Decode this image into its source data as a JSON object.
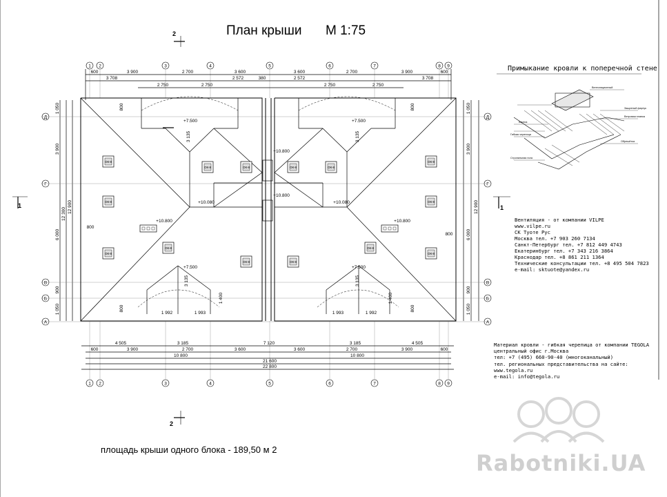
{
  "title": "План крыши",
  "scale": "М 1:75",
  "area_note": "площадь крыши одного блока - 189,50 м 2",
  "junction_title": "Примыкание кровли к поперечной стене",
  "vent_lines": [
    "Вентиляция - от компании VILPE",
    "www.vilpe.ru",
    "СК Туоте Рус",
    "Москва тел. +7 903 260 7134",
    "Санкт-Петербург тел. +7 812 449 4743",
    "Екатеринбург тел. +7 343 216 3864",
    "Краснодар тел. +8 861 211 1364",
    "Технические консультации тел. +8 495 504 7823",
    "e-mail: sktuote@yandex.ru"
  ],
  "material_lines": [
    "Материал кровли - гибкая черепица от компании TEGOLA",
    "центральный офис г.Москва",
    "тел: +7 (495) 660-90-40 (многоканальный)",
    "тел. региональных представительства на сайте:",
    "www.tegola.ru",
    "e-mail: info@tegola.ru"
  ],
  "watermark": "Rabotniki.UA",
  "axes_top": [
    "1",
    "2",
    "3",
    "4",
    "5",
    "6",
    "7",
    "8",
    "9"
  ],
  "axes_bottom": [
    "1",
    "2",
    "3",
    "4",
    "5",
    "6",
    "7",
    "8",
    "9"
  ],
  "axes_side": [
    "Д",
    "Г",
    "В",
    "Б",
    "А"
  ],
  "section_marks": [
    "2",
    "2",
    "1",
    "1"
  ],
  "top_dims_row1": [
    "600",
    "3 900",
    "2 700",
    "3 600",
    "3 600",
    "2 700",
    "3 900",
    "600"
  ],
  "top_dims_row2": [
    "3 708",
    "2 572",
    "380",
    "2 572",
    "3 708"
  ],
  "top_dims_row3": [
    "2 750",
    "2 750",
    "2 750",
    "2 750"
  ],
  "bottom_dims_row1": [
    "4 505",
    "3 185",
    "7 120",
    "3 185",
    "4 505"
  ],
  "bottom_dims_row2": [
    "600",
    "3 900",
    "2 700",
    "3 600",
    "3 600",
    "2 700",
    "3 900",
    "600"
  ],
  "bottom_dims_row3": [
    "10 800",
    "10 800"
  ],
  "bottom_dims_row4": [
    "21 600"
  ],
  "bottom_dims_row5": [
    "22 800"
  ],
  "left_dims": [
    "1 050",
    "3 900",
    "6 000",
    "900",
    "1 050",
    "12 300",
    "12 900"
  ],
  "right_dims": [
    "1 050",
    "3 900",
    "6 000",
    "900",
    "1 050",
    "12 900"
  ],
  "elevations": [
    "+7.500",
    "+7.500",
    "+10.800",
    "+10.800",
    "+10.080",
    "+10.080",
    "+10.800",
    "+10.800",
    "+7.500",
    "+7.500"
  ],
  "ridge_dims": [
    "3 135",
    "3 135",
    "3 135",
    "3 135",
    "1 400",
    "1 400"
  ],
  "small_dims": [
    "800",
    "800",
    "800",
    "800",
    "800",
    "800",
    "1 992",
    "1 993",
    "1 993",
    "1 992"
  ],
  "hatch_label": "ОК-8",
  "junction_labels": [
    "Вентиляционный",
    "Защитный фартук",
    "Ветровая планка",
    "Карниз",
    "Гибкая черепица",
    "Стропильная нога",
    "Обрешётка"
  ]
}
